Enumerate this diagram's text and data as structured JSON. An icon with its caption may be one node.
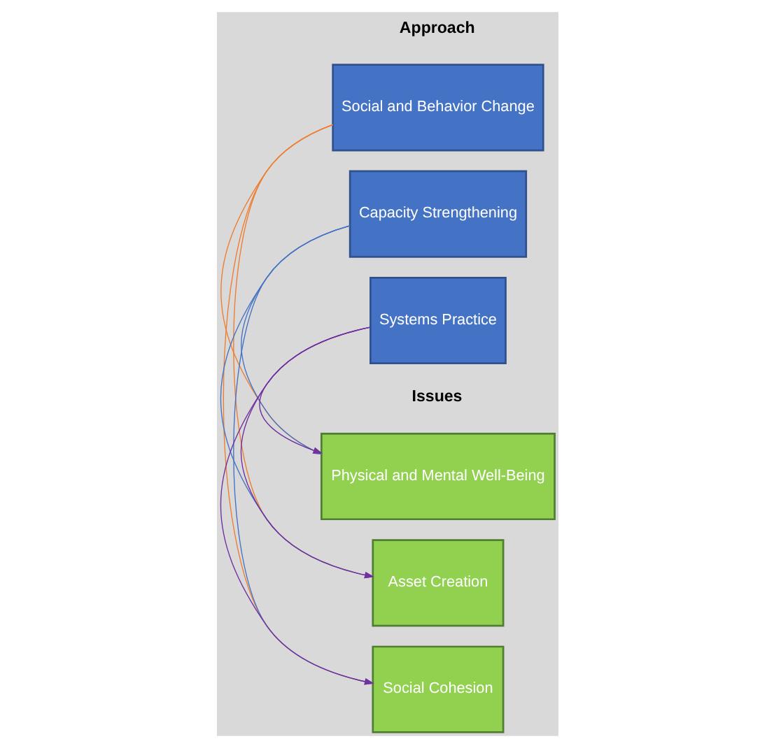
{
  "diagram": {
    "nodes": [
      {
        "text": [
          "Social and Behavior Change"
        ]
      },
      {
        "text": [
          "Capacity Strengthening"
        ]
      },
      {
        "text": [
          "Systems Practice"
        ]
      },
      {
        "text": [
          "Physical and Mental Well-Being"
        ]
      },
      {
        "text": [
          "Asset Creation"
        ]
      },
      {
        "text": [
          "Social Cohesion"
        ]
      }
    ],
    "edges": [
      {
        "from": 0,
        "to": 3,
        "arrow": "to",
        "color": "#ed7d31"
      },
      {
        "from": 0,
        "to": 4,
        "arrow": "to",
        "color": "#ed7d31"
      },
      {
        "from": 0,
        "to": 5,
        "arrow": "to",
        "color": "#ed7d31"
      },
      {
        "from": 1,
        "to": 3,
        "arrow": "to",
        "color": "#4472c4"
      },
      {
        "from": 1,
        "to": 4,
        "arrow": "to",
        "color": "#4472c4"
      },
      {
        "from": 1,
        "to": 5,
        "arrow": "to",
        "color": "#4472c4"
      },
      {
        "from": 2,
        "to": 3,
        "arrow": "to",
        "color": "#7030a0"
      },
      {
        "from": 2,
        "to": 4,
        "arrow": "to",
        "color": "#7030a0"
      },
      {
        "from": 2,
        "to": 5,
        "arrow": "to",
        "color": "#7030a0"
      }
    ],
    "labels": [
      "Approach",
      "Issues"
    ]
  }
}
